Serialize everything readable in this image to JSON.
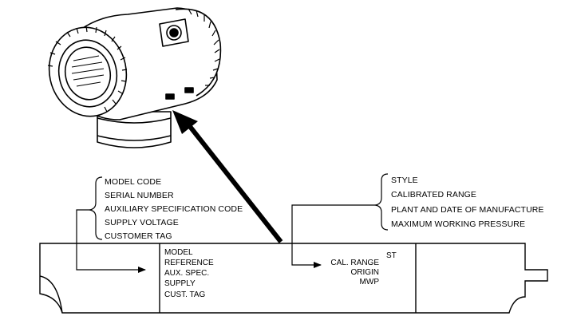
{
  "left_callout": {
    "items": [
      "MODEL CODE",
      "SERIAL NUMBER",
      "AUXILIARY SPECIFICATION CODE",
      "SUPPLY VOLTAGE",
      "CUSTOMER TAG"
    ]
  },
  "right_callout": {
    "items": [
      "STYLE",
      "CALIBRATED RANGE",
      "PLANT AND DATE OF MANUFACTURE",
      "MAXIMUM WORKING PRESSURE"
    ]
  },
  "nameplate": {
    "left_fields": [
      "MODEL",
      "REFERENCE",
      "AUX. SPEC.",
      "SUPPLY",
      "CUST. TAG"
    ],
    "right_fields": [
      "CAL. RANGE",
      "ORIGIN",
      "MWP"
    ],
    "style_field": "ST"
  },
  "icons": {
    "transmitter": "pressure-transmitter-housing-icon",
    "pointer": "pointer-arrow-icon"
  }
}
